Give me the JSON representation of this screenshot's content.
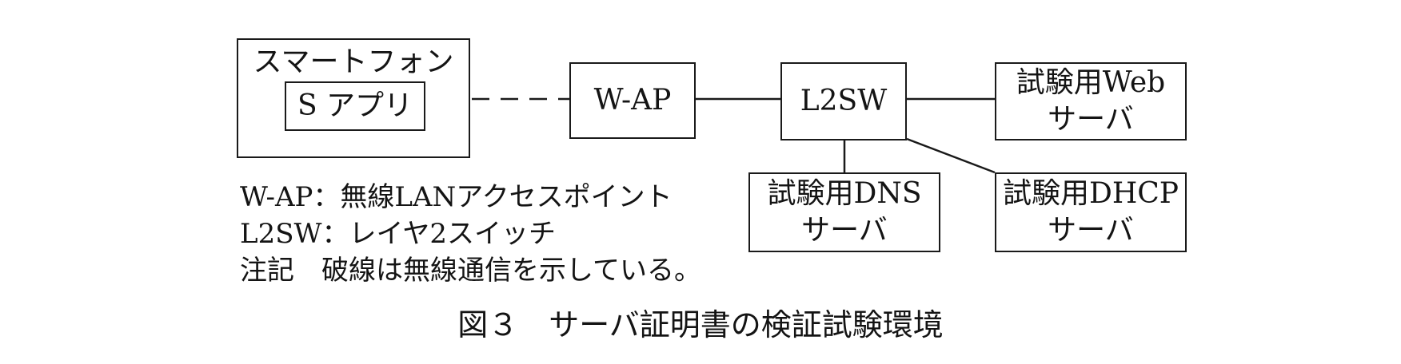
{
  "nodes": {
    "smartphone": {
      "label": "スマートフォン",
      "app_label": "S アプリ"
    },
    "wap": {
      "label": "W-AP"
    },
    "l2sw": {
      "label": "L2SW"
    },
    "web": {
      "line1": "試験用Web",
      "line2": "サーバ"
    },
    "dns": {
      "line1": "試験用DNS",
      "line2": "サーバ"
    },
    "dhcp": {
      "line1": "試験用DHCP",
      "line2": "サーバ"
    }
  },
  "legend": {
    "wap": "W-AP：無線LANアクセスポイント",
    "l2sw": "L2SW：レイヤ2スイッチ",
    "note": "注記　破線は無線通信を示している。"
  },
  "caption": "図３　サーバ証明書の検証試験環境"
}
